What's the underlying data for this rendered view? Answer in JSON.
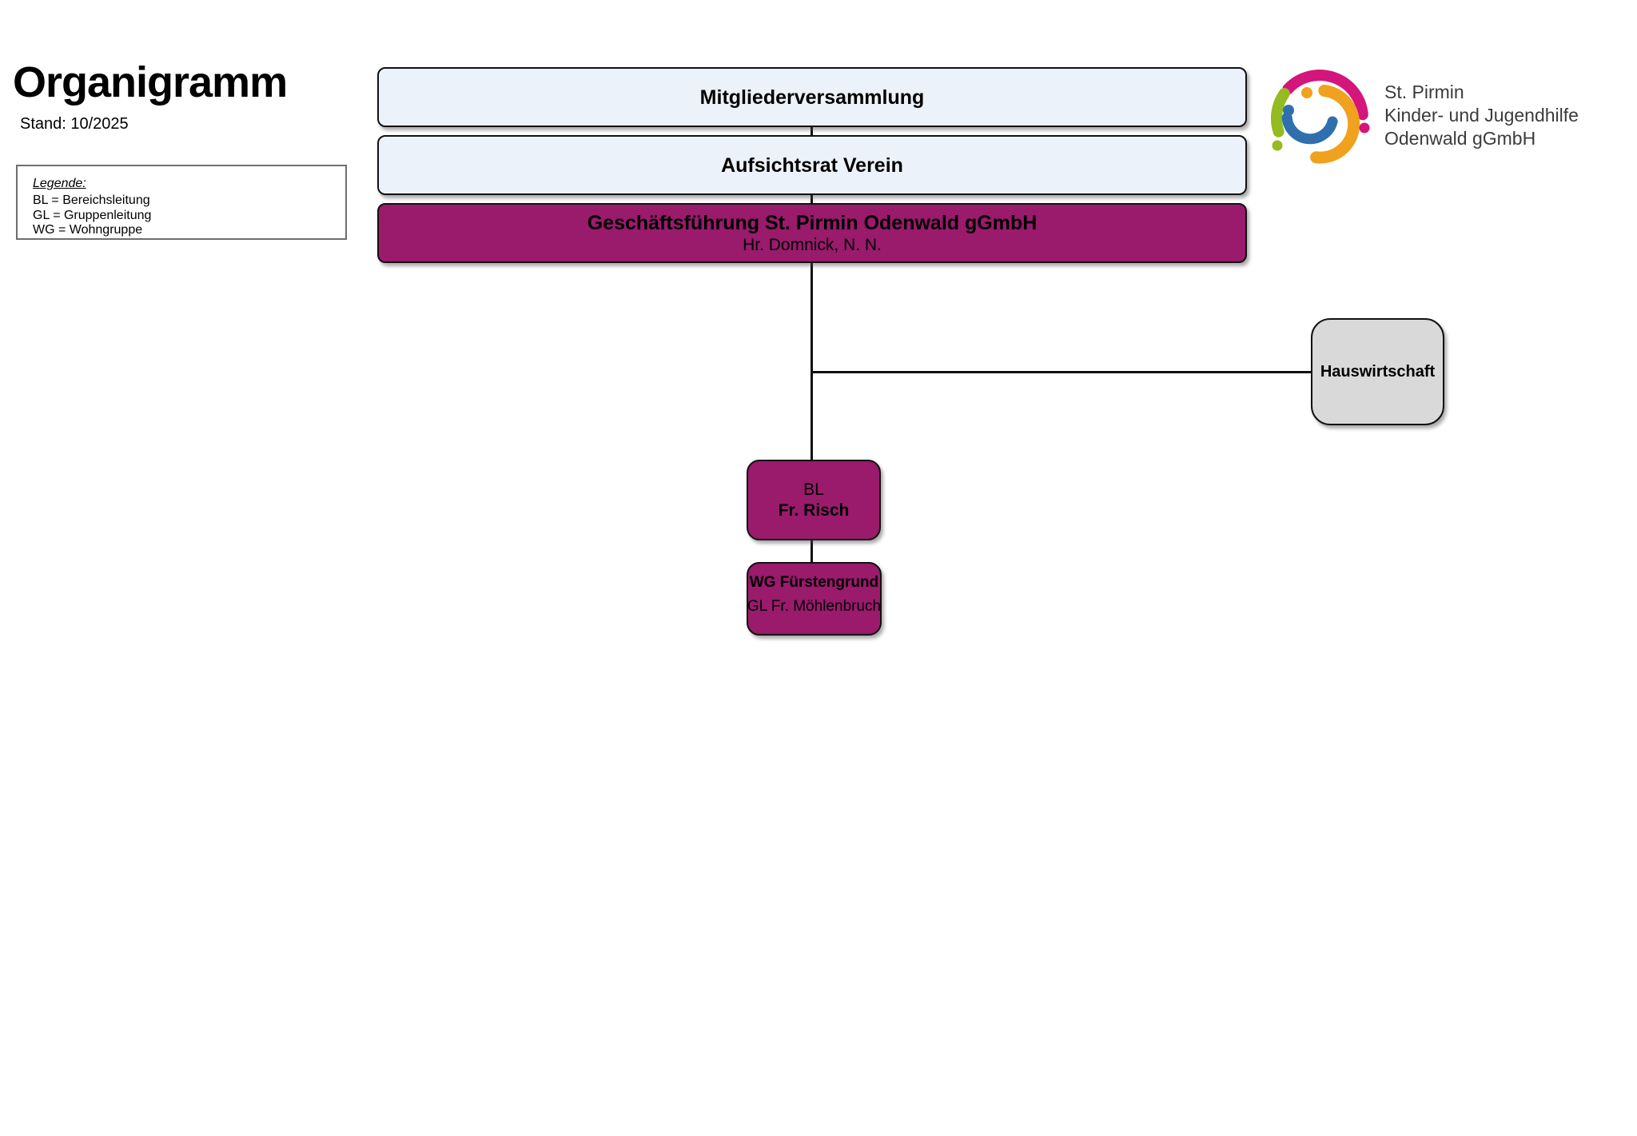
{
  "header": {
    "title": "Organigramm",
    "stand": "Stand: 10/2025"
  },
  "legend": {
    "heading": "Legende:",
    "items": [
      "BL = Bereichsleitung",
      "GL = Gruppenleitung",
      "WG = Wohngruppe"
    ]
  },
  "logo": {
    "lines": [
      "St. Pirmin",
      "Kinder- und Jugendhilfe",
      "Odenwald gGmbH"
    ],
    "colors": {
      "green": "#94bb20",
      "pink": "#d4157c",
      "orange": "#f0a11e",
      "blue": "#2f6fae"
    }
  },
  "nodes": {
    "mitgliederversammlung": {
      "title": "Mitgliederversammlung"
    },
    "aufsichtsrat": {
      "title": "Aufsichtsrat Verein"
    },
    "geschaeftsfuehrung": {
      "title": "Geschäftsführung St. Pirmin Odenwald gGmbH",
      "subtitle": "Hr. Domnick, N. N."
    },
    "hauswirtschaft": {
      "title": "Hauswirtschaft"
    },
    "bl": {
      "title": "BL",
      "subtitle": "Fr. Risch"
    },
    "wg": {
      "title": "WG Fürstengrund",
      "subtitle": "GL Fr. Möhlenbruch"
    }
  },
  "colors": {
    "accent_magenta": "#9a1a6c",
    "light_blue": "#ecf2f9",
    "gray_box": "#d9d9d9",
    "line_black": "#111111"
  }
}
